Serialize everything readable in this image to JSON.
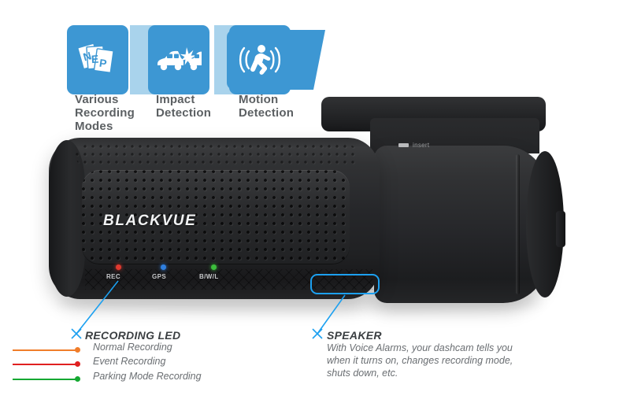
{
  "product": {
    "brand_logo": "BLACKVUE",
    "sd_slot": {
      "label": "insert",
      "icon": "sd-card-insert-arrow-icon"
    }
  },
  "feature_tabs": [
    {
      "icon": "recording-modes-cards-icon",
      "icon_letters": [
        "N",
        "E",
        "P"
      ],
      "label": "Various\nRecording\nModes"
    },
    {
      "icon": "car-impact-collision-icon",
      "label": "Impact\nDetection"
    },
    {
      "icon": "motion-running-person-icon",
      "label": "Motion\nDetection"
    }
  ],
  "leds": [
    {
      "name": "REC",
      "label": "REC",
      "color": "#e0392f"
    },
    {
      "name": "GPS",
      "label": "GPS",
      "color": "#2f7fe0"
    },
    {
      "name": "BWL",
      "label": "B/W/L",
      "color": "#3cbf3c"
    }
  ],
  "callouts": {
    "recording_led": {
      "title": "RECORDING LED",
      "items": [
        {
          "label": "Normal Recording",
          "color": "#f07d2a"
        },
        {
          "label": "Event Recording",
          "color": "#e02020"
        },
        {
          "label": "Parking Mode Recording",
          "color": "#15a832"
        }
      ]
    },
    "speaker": {
      "title": "SPEAKER",
      "body": "With Voice Alarms, your dashcam tells you\nwhen it turns on, changes recording mode,\nshuts down, etc."
    }
  },
  "colors": {
    "accent_blue": "#3d97d3",
    "leader_blue": "#1ca0f0",
    "banner_light_blue": "#a9d3ec",
    "body_black": "#26272a",
    "background": "#ffffff"
  }
}
